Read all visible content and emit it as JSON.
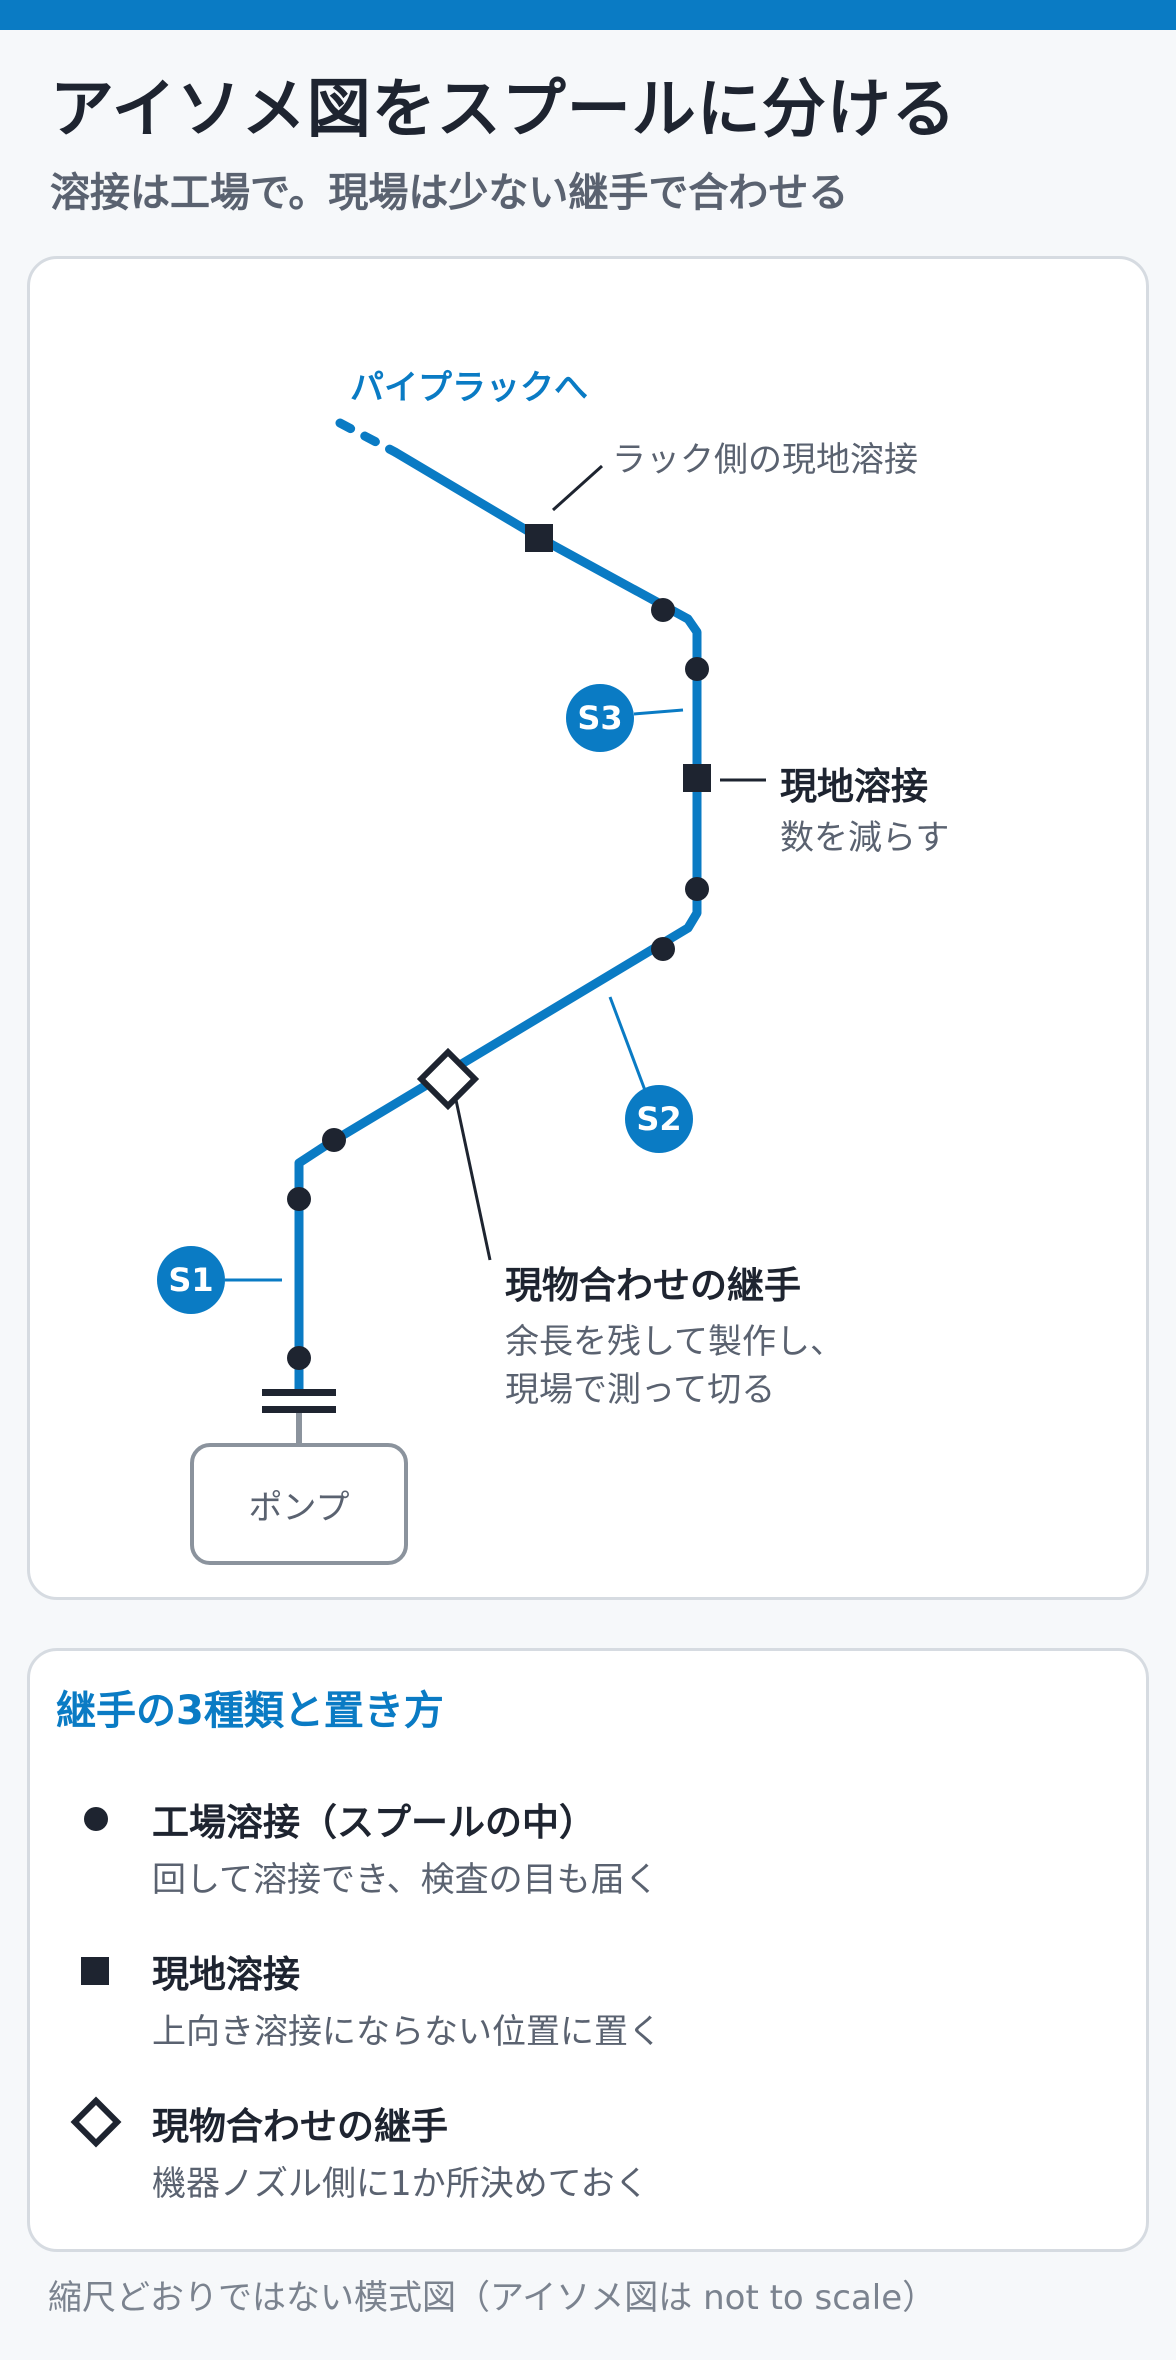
{
  "header": {
    "title": "アイソメ図をスプールに分ける",
    "subtitle": "溶接は工場で。現場は少ない継手で合わせる"
  },
  "diagram": {
    "route_label": "パイプラックへ",
    "rack_field_weld_label": "ラック側の現地溶接",
    "field_weld": {
      "title": "現地溶接",
      "subtitle": "数を減らす"
    },
    "fit_up_joint": {
      "title": "現物合わせの継手",
      "line1": "余長を残して製作し、",
      "line2": "現場で測って切る"
    },
    "pump_label": "ポンプ",
    "spools": [
      "S1",
      "S2",
      "S3"
    ],
    "colors": {
      "pipe": "#0a7bc4",
      "joint": "#1e2430",
      "badge": "#0a7bc4"
    }
  },
  "legend": {
    "heading": "継手の3種類と置き方",
    "items": [
      {
        "icon": "dot-icon",
        "title": "工場溶接（スプールの中）",
        "desc": "回して溶接でき、検査の目も届く"
      },
      {
        "icon": "square-icon",
        "title": "現地溶接",
        "desc": "上向き溶接にならない位置に置く"
      },
      {
        "icon": "diamond-icon",
        "title": "現物合わせの継手",
        "desc": "機器ノズル側に1か所決めておく"
      }
    ]
  },
  "footnote": "縮尺どおりではない模式図（アイソメ図は not to scale）"
}
